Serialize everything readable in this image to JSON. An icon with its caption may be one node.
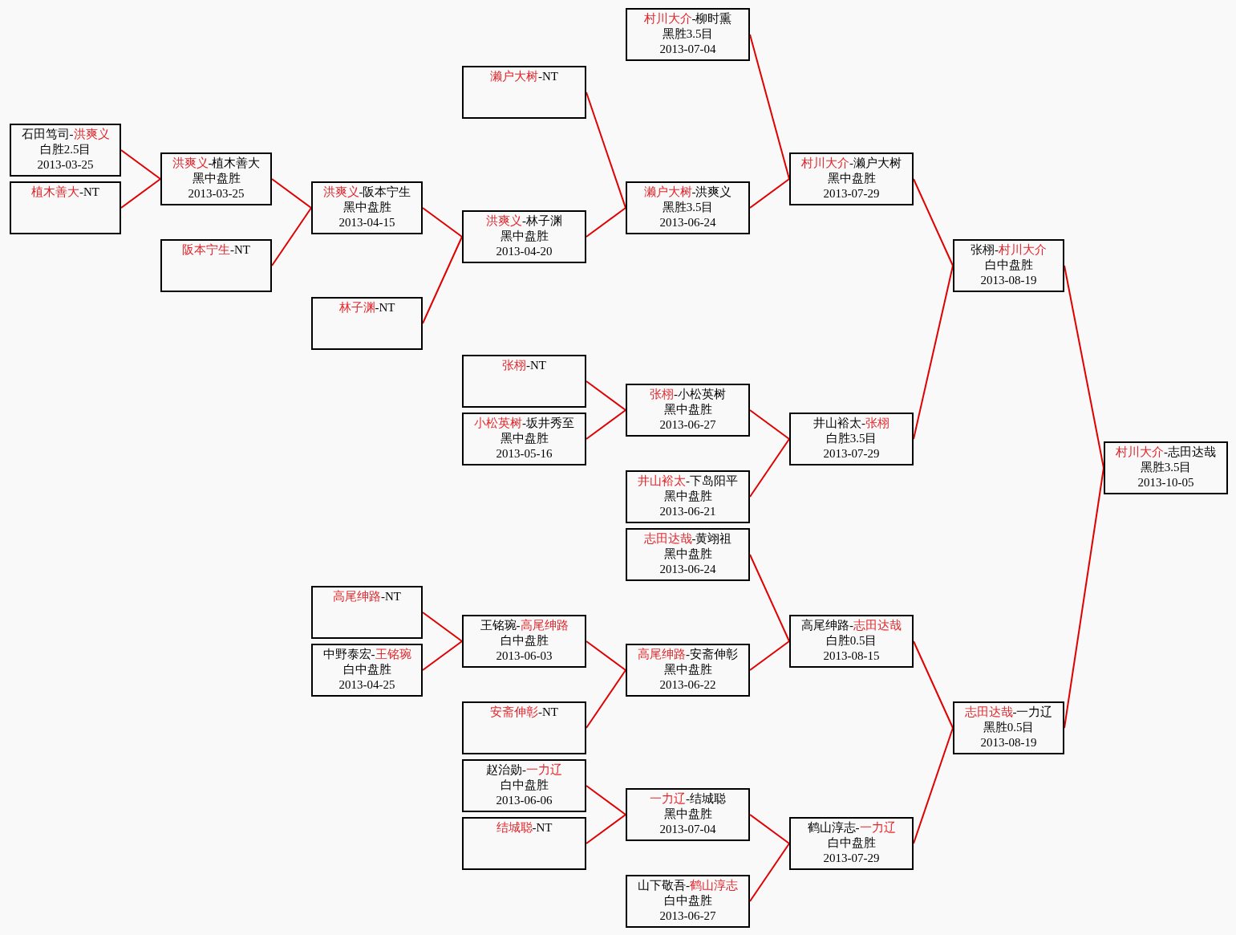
{
  "diagram": {
    "nodes": [
      {
        "text": [
          "石田笃司-**洪爽义**",
          "白胜2.5目",
          "2013-03-25"
        ]
      },
      {
        "text": [
          "**植木善大**-NT"
        ]
      },
      {
        "text": [
          "**洪爽义**-植木善大",
          "黑中盘胜",
          "2013-03-25"
        ]
      },
      {
        "text": [
          "**阪本宁生**-NT"
        ]
      },
      {
        "text": [
          "**洪爽义**-阪本宁生",
          "黑中盘胜",
          "2013-04-15"
        ]
      },
      {
        "text": [
          "**林子渊**-NT"
        ]
      },
      {
        "text": [
          "**高尾绅路**-NT"
        ]
      },
      {
        "text": [
          "中野泰宏-**王铭琬**",
          "白中盘胜",
          "2013-04-25"
        ]
      },
      {
        "text": [
          "**濑户大树**-NT"
        ]
      },
      {
        "text": [
          "**洪爽义**-林子渊",
          "黑中盘胜",
          "2013-04-20"
        ]
      },
      {
        "text": [
          "**张栩**-NT"
        ]
      },
      {
        "text": [
          "**小松英树**-坂井秀至",
          "黑中盘胜",
          "2013-05-16"
        ]
      },
      {
        "text": [
          "王铭琬-**高尾绅路**",
          "白中盘胜",
          "2013-06-03"
        ]
      },
      {
        "text": [
          "**安斋伸彰**-NT"
        ]
      },
      {
        "text": [
          "赵治勋-**一力辽**",
          "白中盘胜",
          "2013-06-06"
        ]
      },
      {
        "text": [
          "**结城聪**-NT"
        ]
      },
      {
        "text": [
          "**村川大介**-柳时熏",
          "黑胜3.5目",
          "2013-07-04"
        ]
      },
      {
        "text": [
          "**濑户大树**-洪爽义",
          "黑胜3.5目",
          "2013-06-24"
        ]
      },
      {
        "text": [
          "**张栩**-小松英树",
          "黑中盘胜",
          "2013-06-27"
        ]
      },
      {
        "text": [
          "**井山裕太**-下岛阳平",
          "黑中盘胜",
          "2013-06-21"
        ]
      },
      {
        "text": [
          "**志田达哉**-黄翊祖",
          "黑中盘胜",
          "2013-06-24"
        ]
      },
      {
        "text": [
          "**高尾绅路**-安斋伸彰",
          "黑中盘胜",
          "2013-06-22"
        ]
      },
      {
        "text": [
          "**一力辽**-结城聪",
          "黑中盘胜",
          "2013-07-04"
        ]
      },
      {
        "text": [
          "山下敬吾-**鹤山淳志**",
          "白中盘胜",
          "2013-06-27"
        ]
      },
      {
        "text": [
          "**村川大介**-濑户大树",
          "黑中盘胜",
          "2013-07-29"
        ]
      },
      {
        "text": [
          "井山裕太-**张栩**",
          "白胜3.5目",
          "2013-07-29"
        ]
      },
      {
        "text": [
          "高尾绅路-**志田达哉**",
          "白胜0.5目",
          "2013-08-15"
        ]
      },
      {
        "text": [
          "鹤山淳志-**一力辽**",
          "白中盘胜",
          "2013-07-29"
        ]
      },
      {
        "text": [
          "张栩-**村川大介**",
          "白中盘胜",
          "2013-08-19"
        ]
      },
      {
        "text": [
          "**志田达哉**-一力辽",
          "黑胜0.5目",
          "2013-08-19"
        ]
      },
      {
        "text": [
          "**村川大介**-志田达哉",
          "黑胜3.5目",
          "2013-10-05"
        ]
      }
    ],
    "edges": [
      {
        "from": 0,
        "to": 2,
        "arrow": "none"
      },
      {
        "from": 1,
        "to": 2,
        "arrow": "none"
      },
      {
        "from": 2,
        "to": 4,
        "arrow": "none"
      },
      {
        "from": 3,
        "to": 4,
        "arrow": "none"
      },
      {
        "from": 4,
        "to": 9,
        "arrow": "none"
      },
      {
        "from": 5,
        "to": 9,
        "arrow": "none"
      },
      {
        "from": 6,
        "to": 12,
        "arrow": "none"
      },
      {
        "from": 7,
        "to": 12,
        "arrow": "none"
      },
      {
        "from": 8,
        "to": 17,
        "arrow": "none"
      },
      {
        "from": 9,
        "to": 17,
        "arrow": "none"
      },
      {
        "from": 10,
        "to": 18,
        "arrow": "none"
      },
      {
        "from": 11,
        "to": 18,
        "arrow": "none"
      },
      {
        "from": 12,
        "to": 21,
        "arrow": "none"
      },
      {
        "from": 13,
        "to": 21,
        "arrow": "none"
      },
      {
        "from": 14,
        "to": 22,
        "arrow": "none"
      },
      {
        "from": 15,
        "to": 22,
        "arrow": "none"
      },
      {
        "from": 16,
        "to": 24,
        "arrow": "none"
      },
      {
        "from": 17,
        "to": 24,
        "arrow": "none"
      },
      {
        "from": 18,
        "to": 25,
        "arrow": "none"
      },
      {
        "from": 19,
        "to": 25,
        "arrow": "none"
      },
      {
        "from": 20,
        "to": 26,
        "arrow": "none"
      },
      {
        "from": 21,
        "to": 26,
        "arrow": "none"
      },
      {
        "from": 22,
        "to": 27,
        "arrow": "none"
      },
      {
        "from": 23,
        "to": 27,
        "arrow": "none"
      },
      {
        "from": 24,
        "to": 28,
        "arrow": "none"
      },
      {
        "from": 25,
        "to": 28,
        "arrow": "none"
      },
      {
        "from": 26,
        "to": 29,
        "arrow": "none"
      },
      {
        "from": 27,
        "to": 29,
        "arrow": "none"
      },
      {
        "from": 28,
        "to": 30,
        "arrow": "none"
      },
      {
        "from": 29,
        "to": 30,
        "arrow": "none"
      }
    ]
  }
}
